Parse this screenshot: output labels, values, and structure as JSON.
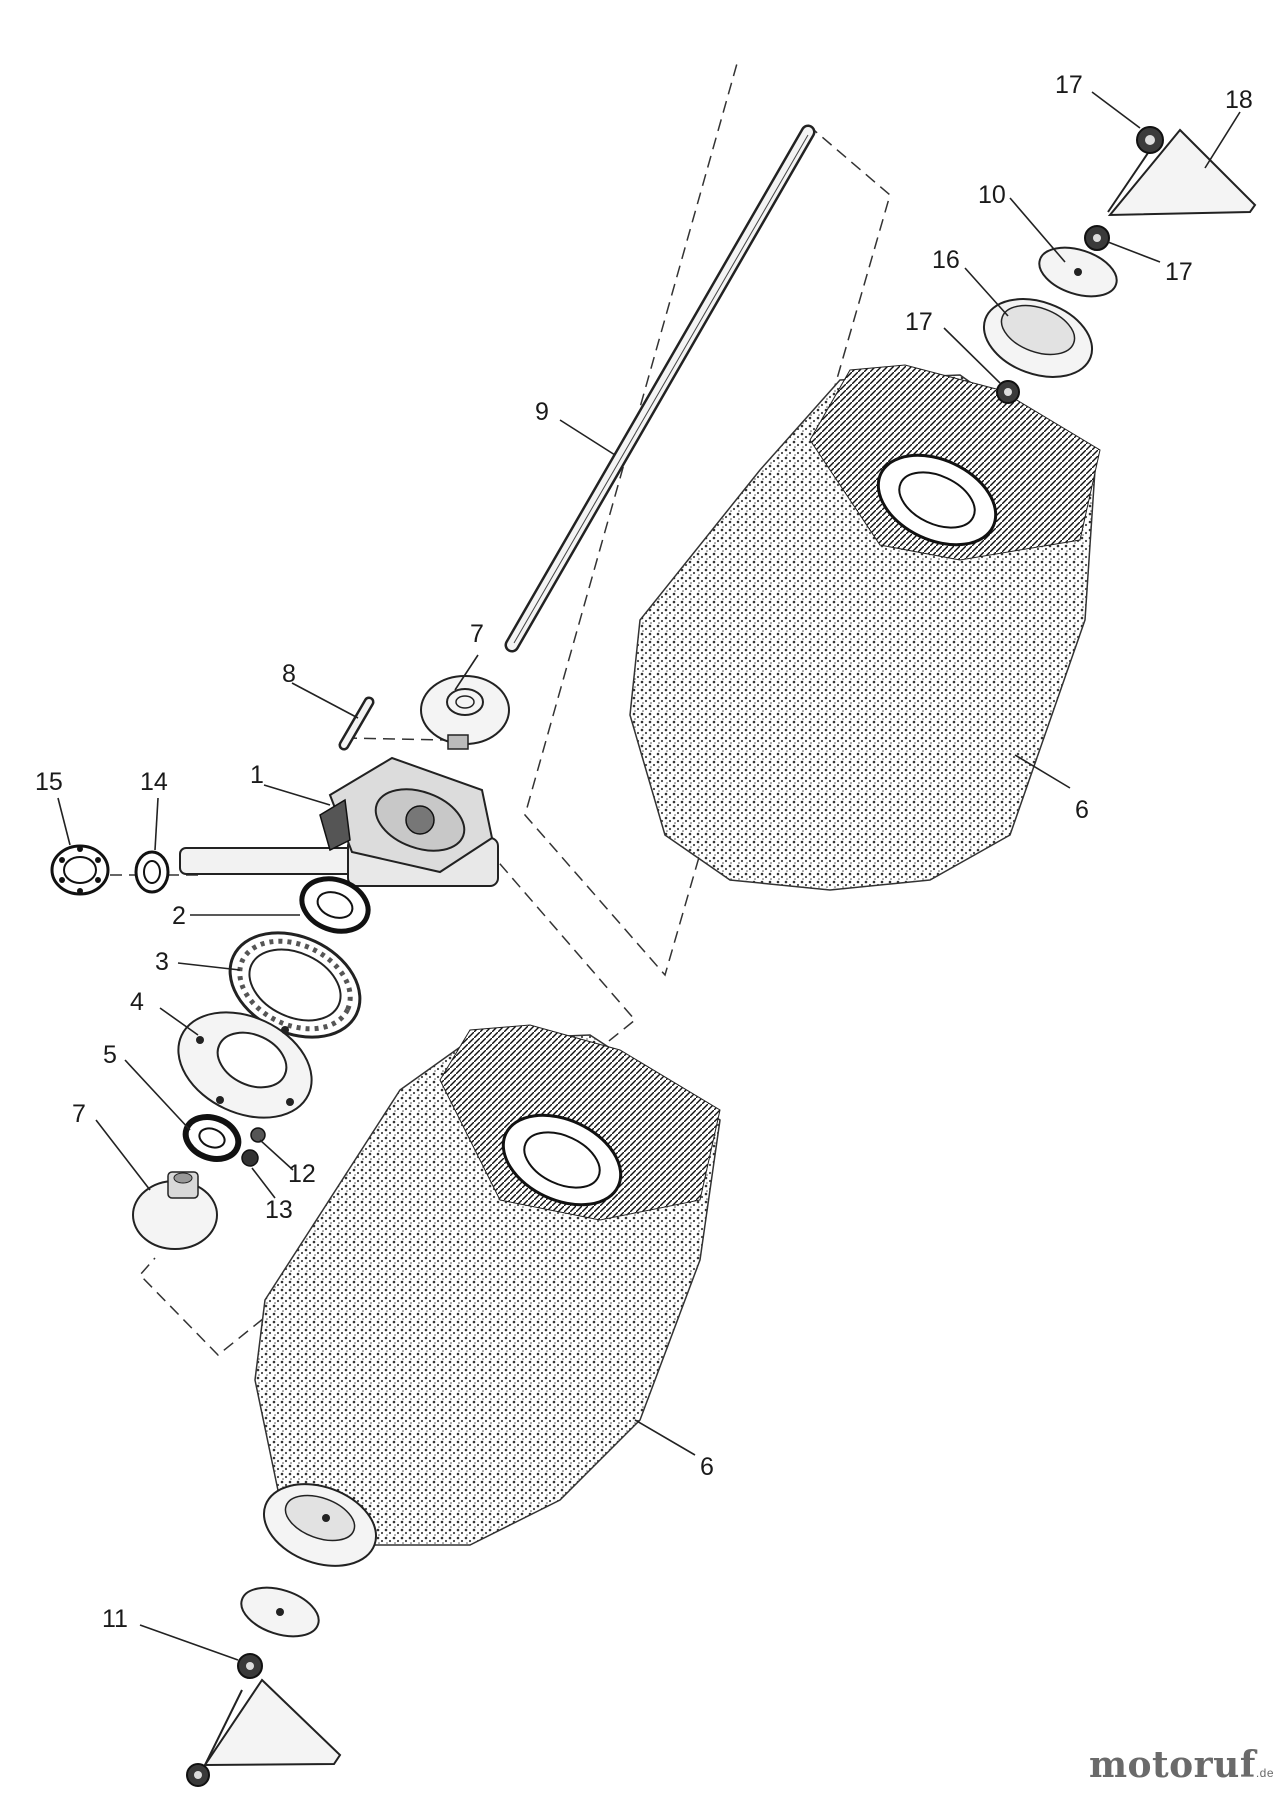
{
  "callouts": {
    "c1": "1",
    "c2": "2",
    "c3": "3",
    "c4": "4",
    "c5": "5",
    "c6a": "6",
    "c6b": "6",
    "c7a": "7",
    "c7b": "7",
    "c8": "8",
    "c9": "9",
    "c10": "10",
    "c11": "11",
    "c12": "12",
    "c13": "13",
    "c14": "14",
    "c15": "15",
    "c16": "16",
    "c17a": "17",
    "c17b": "17",
    "c17c": "17",
    "c18": "18"
  },
  "watermark": {
    "main": "motoruf",
    "suffix": ".de"
  }
}
